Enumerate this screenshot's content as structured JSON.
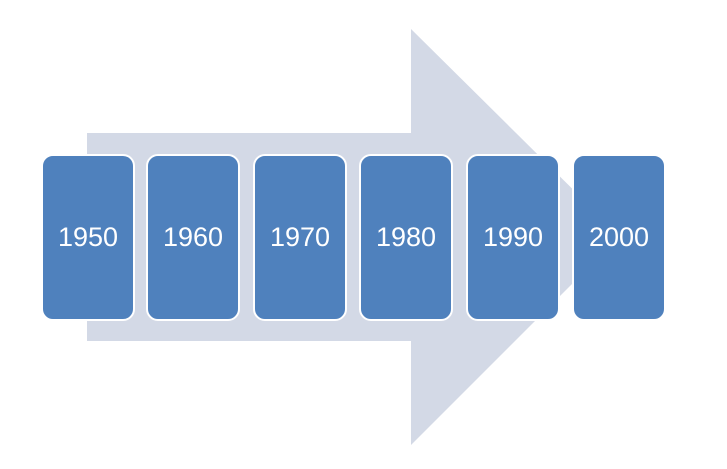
{
  "diagram": {
    "colors": {
      "arrow": "#d3d9e6",
      "box_fill": "#4f81bd",
      "box_border": "#ffffff",
      "text": "#ffffff"
    },
    "boxes": [
      {
        "label": "1950"
      },
      {
        "label": "1960"
      },
      {
        "label": "1970"
      },
      {
        "label": "1980"
      },
      {
        "label": "1990"
      },
      {
        "label": "2000"
      }
    ]
  }
}
